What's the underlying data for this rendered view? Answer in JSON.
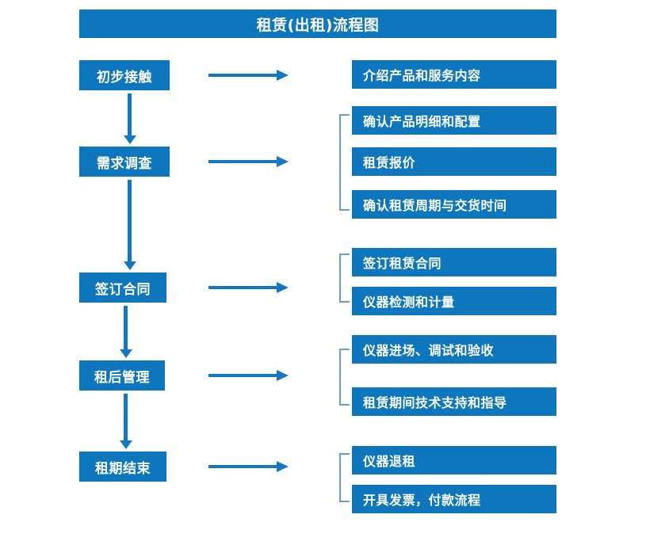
{
  "title": {
    "text": "租赁(出租)流程图"
  },
  "colors": {
    "box_blue": "#0E76BC",
    "arrow_blue": "#1278C4",
    "bracket_blue": "#6E9BC5",
    "text_white": "#FFFFFF",
    "background": "#FFFFFF"
  },
  "stages": [
    {
      "label": "初步接触"
    },
    {
      "label": "需求调查"
    },
    {
      "label": "签订合同"
    },
    {
      "label": "租后管理"
    },
    {
      "label": "租期结束"
    }
  ],
  "groups": [
    {
      "stage": "初步接触",
      "bracket": false,
      "items": [
        {
          "label": "介绍产品和服务内容"
        }
      ]
    },
    {
      "stage": "需求调查",
      "bracket": true,
      "items": [
        {
          "label": "确认产品明细和配置"
        },
        {
          "label": "租赁报价"
        },
        {
          "label": "确认租赁周期与交货时间"
        }
      ]
    },
    {
      "stage": "签订合同",
      "bracket": true,
      "items": [
        {
          "label": "签订租赁合同"
        },
        {
          "label": "仪器检测和计量"
        }
      ]
    },
    {
      "stage": "租后管理",
      "bracket": true,
      "items": [
        {
          "label": "仪器进场、调试和验收"
        },
        {
          "label": "租赁期间技术支持和指导"
        }
      ]
    },
    {
      "stage": "租期结束",
      "bracket": true,
      "items": [
        {
          "label": "仪器退租"
        },
        {
          "label": "开具发票，付款流程"
        }
      ]
    }
  ]
}
